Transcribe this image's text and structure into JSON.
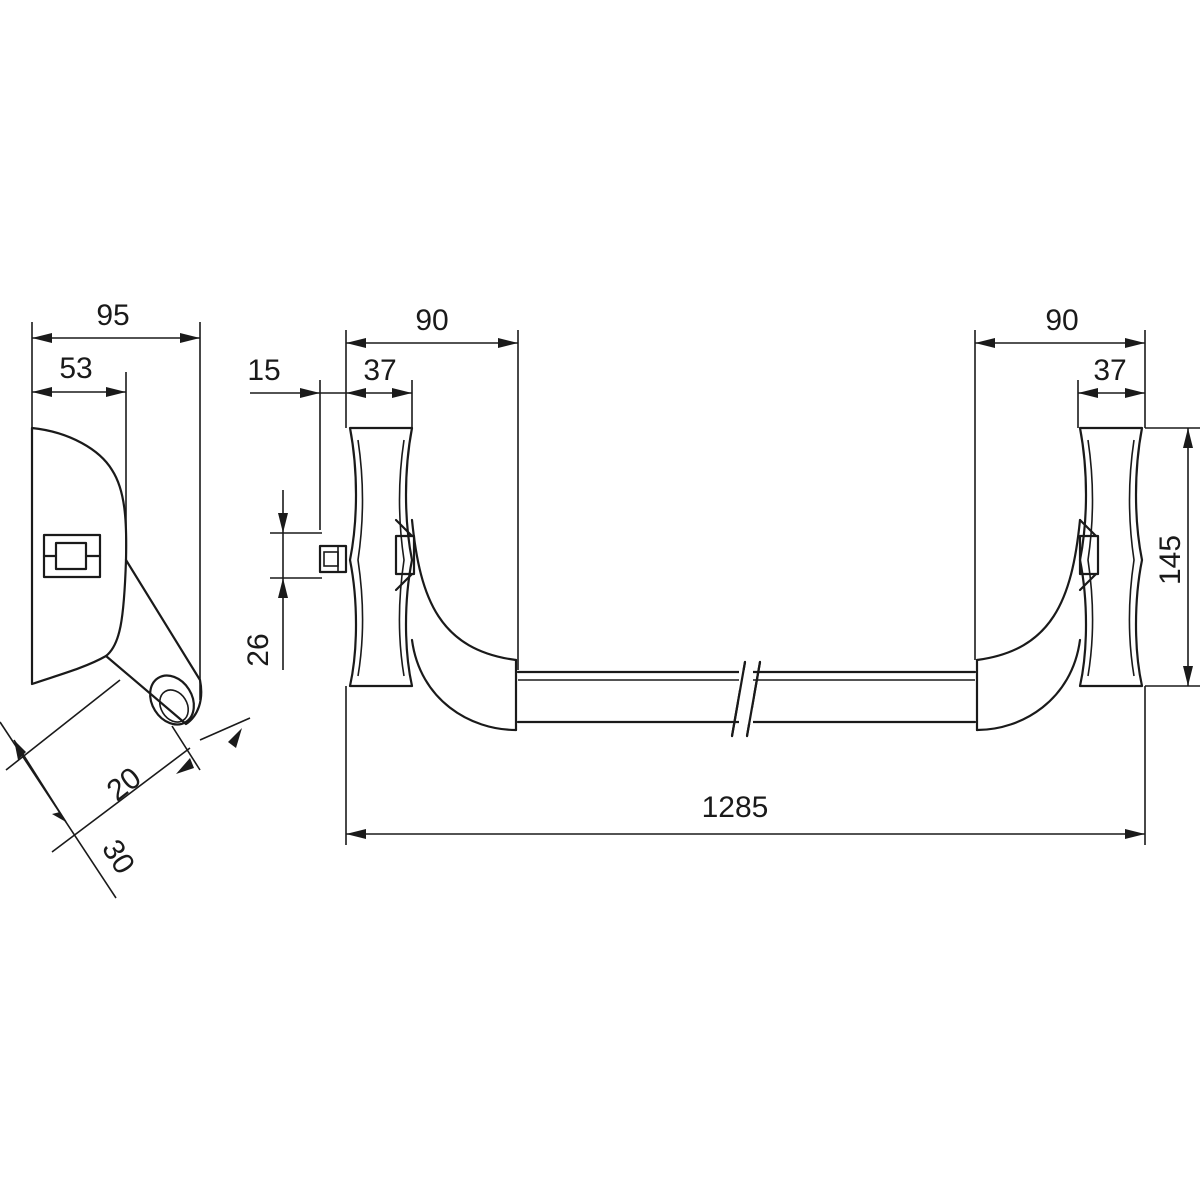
{
  "dimensions": {
    "side_width_total": "95",
    "side_width_front": "53",
    "spindle_offset": "15",
    "left_bracket_depth": "90",
    "left_bracket_face": "37",
    "right_bracket_depth": "90",
    "right_bracket_face": "37",
    "spindle_height": "26",
    "bracket_height": "145",
    "overall_length": "1285",
    "bar_diameter_inner": "20",
    "bar_diameter_outer": "30"
  }
}
